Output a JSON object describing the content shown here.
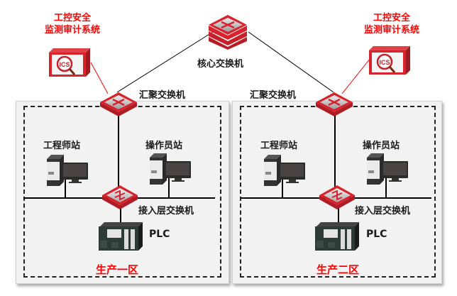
{
  "diagram": {
    "core_switch": {
      "label": "核心交换机"
    },
    "audit_systems": [
      {
        "label_line1": "工控安全",
        "label_line2": "监测审计系统",
        "badge": "ICS"
      },
      {
        "label_line1": "工控安全",
        "label_line2": "监测审计系统",
        "badge": "ICS"
      }
    ],
    "zones": [
      {
        "name": "生产一区",
        "aggregation_switch": "汇聚交换机",
        "engineer_station": "工程师站",
        "operator_station": "操作员站",
        "access_switch": "接入层交换机",
        "plc": "PLC"
      },
      {
        "name": "生产二区",
        "aggregation_switch": "汇聚交换机",
        "engineer_station": "工程师站",
        "operator_station": "操作员站",
        "access_switch": "接入层交换机",
        "plc": "PLC"
      }
    ],
    "colors": {
      "accent_red": "#ff0000",
      "device_red": "#d8222c",
      "panel_bg": "#f2f2f2",
      "line": "#000000"
    }
  }
}
